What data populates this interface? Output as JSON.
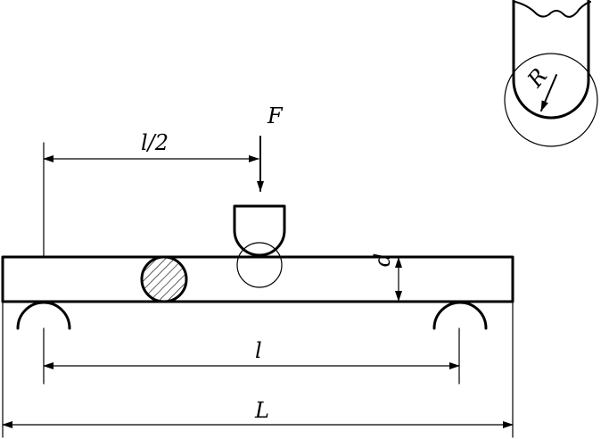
{
  "labels": {
    "force": "F",
    "half_span": "l/2",
    "span": "l",
    "total_length": "L",
    "thickness": "d",
    "radius": "R"
  }
}
